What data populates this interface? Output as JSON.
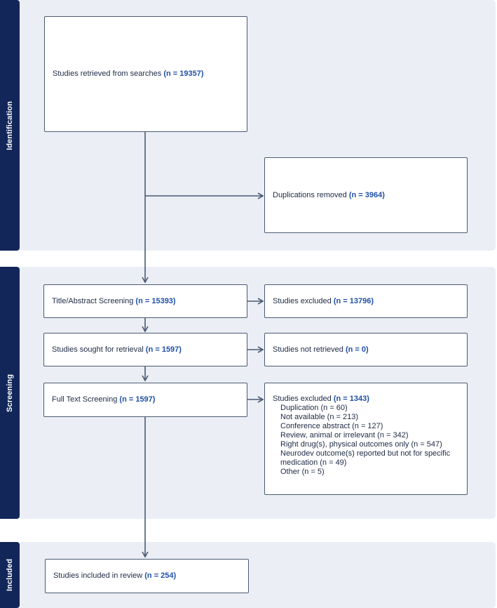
{
  "phases": {
    "identification": "Identification",
    "screening": "Screening",
    "included": "Included"
  },
  "boxes": {
    "retrieved": {
      "text": "Studies retrieved from searches ",
      "n": "(n = 19357)"
    },
    "duplications": {
      "text": "Duplications removed ",
      "n": "(n = 3964)"
    },
    "title_abstract": {
      "text": "Title/Abstract Screening ",
      "n": "(n = 15393)"
    },
    "excluded_1": {
      "text": "Studies excluded ",
      "n": "(n = 13796)"
    },
    "sought": {
      "text": "Studies sought for retrieval ",
      "n": "(n = 1597)"
    },
    "not_retrieved": {
      "text": "Studies not retrieved ",
      "n": "(n = 0)"
    },
    "full_text": {
      "text": "Full Text Screening ",
      "n": "(n = 1597)"
    },
    "excluded_2": {
      "text": "Studies excluded ",
      "n": "(n = 1343)",
      "reasons": [
        "Duplication (n = 60)",
        "Not available (n = 213)",
        "Conference abstract (n = 127)",
        "Review, animal or irrelevant (n = 342)",
        "Right drug(s), physical outcomes only (n = 547)",
        "Neurodev outcome(s) reported but not for specific medication (n = 49)",
        "Other (n = 5)"
      ]
    },
    "included": {
      "text": "Studies included in review ",
      "n": "(n = 254)"
    }
  },
  "colors": {
    "phase_bar": "#13265a",
    "phase_background": "#ebeff5",
    "count_text": "#1f4fa8",
    "line": "#4b5a72"
  }
}
